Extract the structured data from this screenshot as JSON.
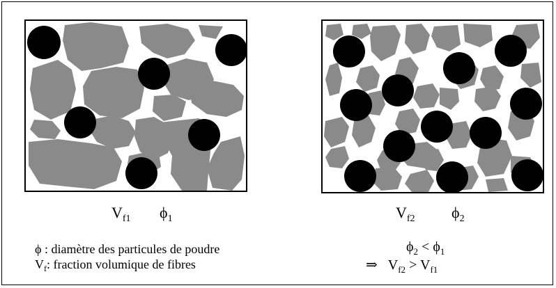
{
  "colors": {
    "particle": "#8a8a8a",
    "fibre": "#000000",
    "border": "#000000"
  },
  "left_label": {
    "V": "V",
    "V_sub": "f1",
    "phi": "ϕ",
    "phi_sub": "1"
  },
  "right_label": {
    "V": "V",
    "V_sub": "f2",
    "phi": "ϕ",
    "phi_sub": "2"
  },
  "legend": {
    "phi_symbol": "ϕ",
    "phi_text": " : diamètre des particules de poudre",
    "vf_symbol": "V",
    "vf_sub": "f",
    "vf_text": ": fraction volumique de fibres"
  },
  "relation1": {
    "a": "ϕ",
    "a_sub": "2",
    "op": " < ",
    "b": "ϕ",
    "b_sub": "1"
  },
  "relation2": {
    "implies": "⇒",
    "a": "V",
    "a_sub": "f2",
    "op": " > ",
    "b": "V",
    "b_sub": "f1"
  }
}
